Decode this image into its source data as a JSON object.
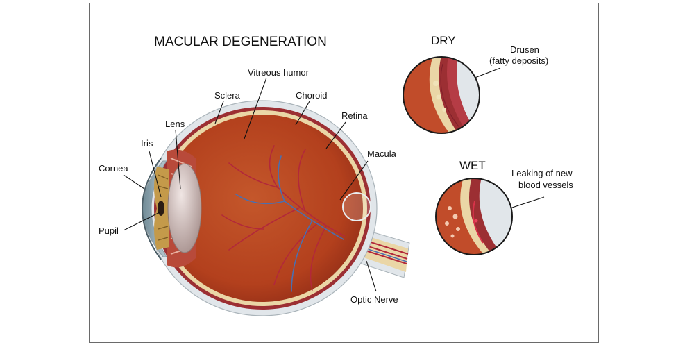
{
  "title": "MACULAR DEGENERATION",
  "labels": {
    "vitreous": "Vitreous humor",
    "sclera": "Sclera",
    "choroid": "Choroid",
    "lens": "Lens",
    "retina": "Retina",
    "iris": "Iris",
    "macula": "Macula",
    "cornea": "Cornea",
    "pupil": "Pupil",
    "optic_nerve": "Optic Nerve"
  },
  "dry": {
    "heading": "DRY",
    "label_line1": "Drusen",
    "label_line2": "(fatty deposits)"
  },
  "wet": {
    "heading": "WET",
    "label_line1": "Leaking of new",
    "label_line2": "blood vessels"
  },
  "colors": {
    "vitreous": "#b8431f",
    "sclera": "#e1e6ea",
    "choroid": "#9c2f33",
    "retina": "#ead6a6",
    "vessel_red": "#b2283a",
    "vessel_blue": "#4a6fb0",
    "lens": "#c9b7b3",
    "iris": "#c49a4a"
  }
}
